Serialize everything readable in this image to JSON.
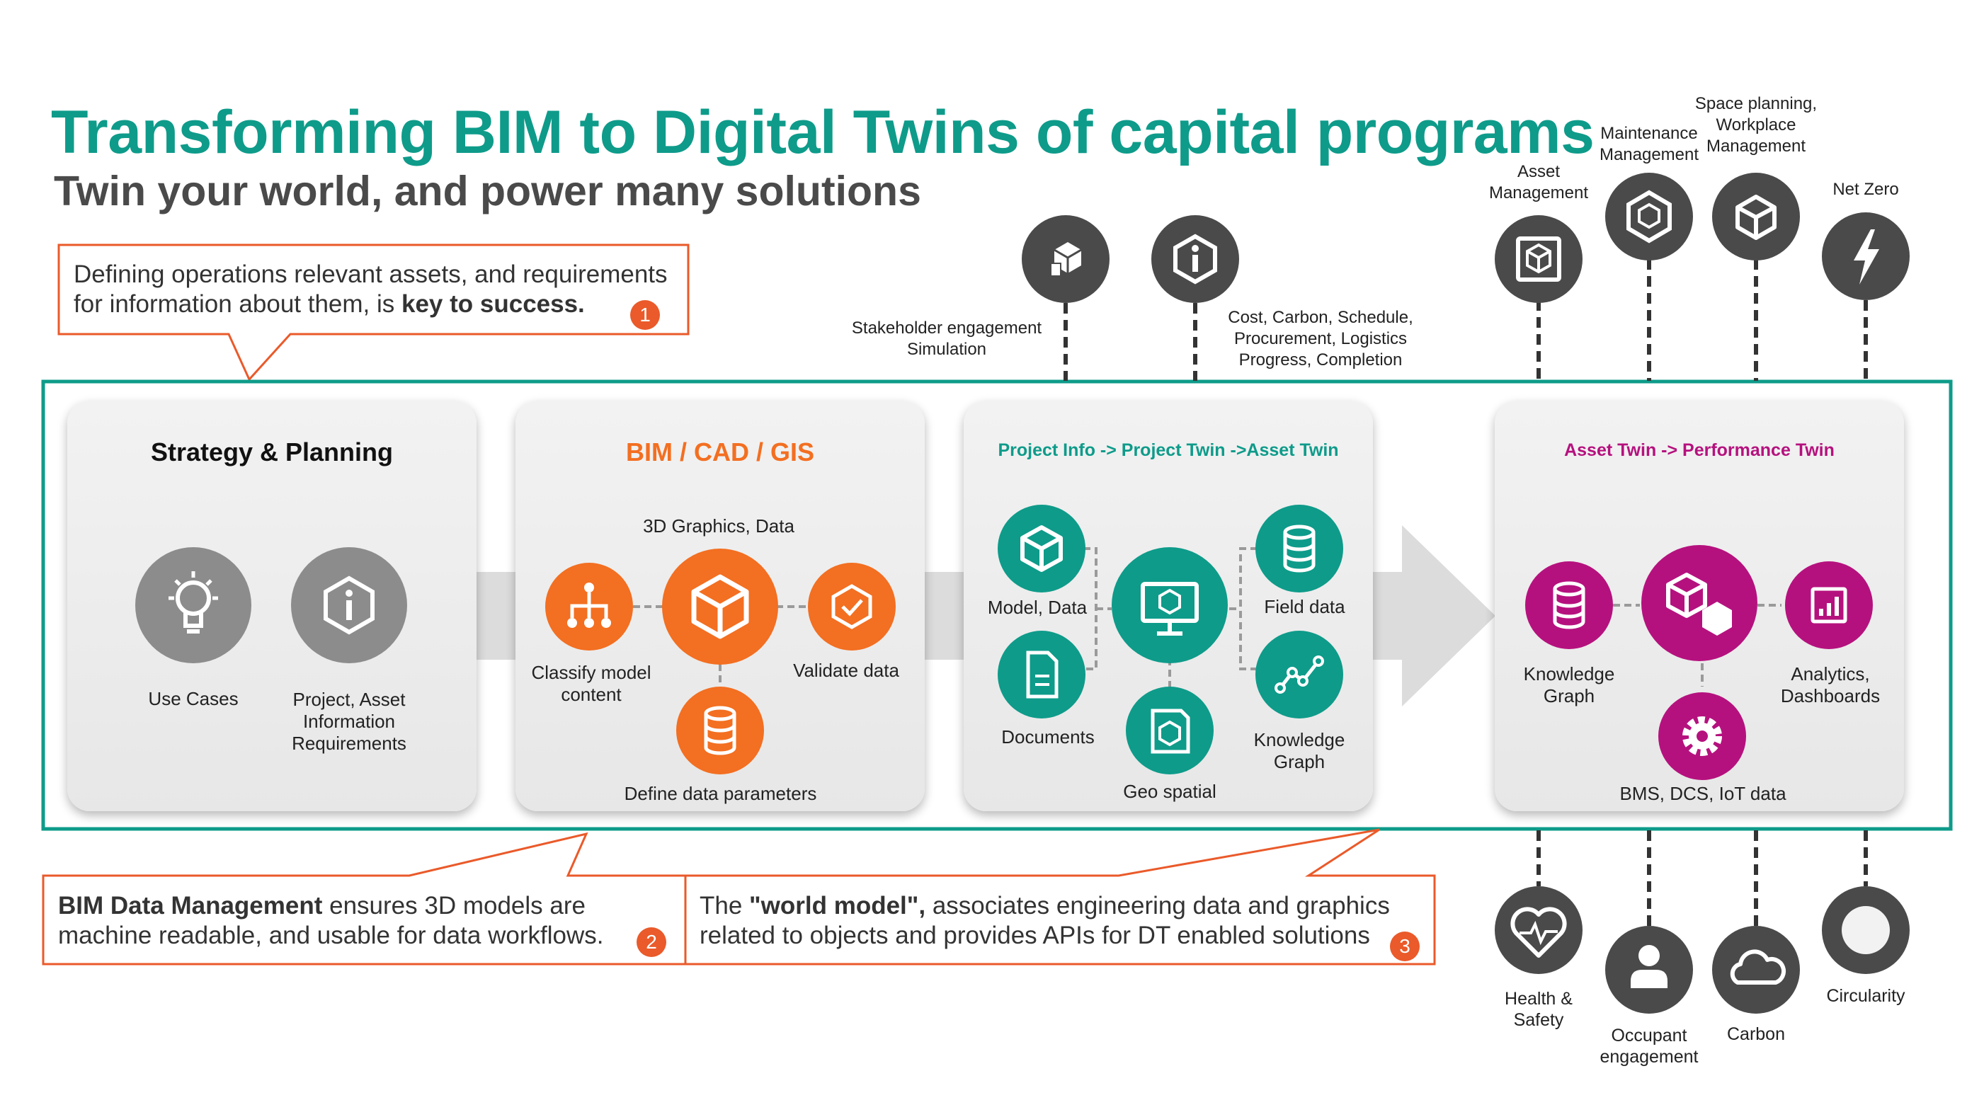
{
  "title": "Transforming BIM to Digital Twins of capital programs",
  "subtitle": "Twin your world, and power many solutions",
  "colors": {
    "teal": "#0e9b8a",
    "orange": "#f36f21",
    "magenta": "#b5117e",
    "gray_circle": "#8e8e8e",
    "dark_circle": "#4a4a4a",
    "callout_border": "#ea5a2a"
  },
  "callouts": {
    "c1": {
      "text_plain": "Defining operations relevant assets, and requirements\nfor information about them, is ",
      "text_bold": "key to success.",
      "number": "1"
    },
    "c2": {
      "text_bold": "BIM Data Management",
      "text_plain": " ensures 3D models are\nmachine readable, and usable for data workflows.",
      "number": "2"
    },
    "c3": {
      "text_pre": "The ",
      "text_bold": "\"world model\",",
      "text_plain": " associates engineering data and graphics\nrelated to objects and provides APIs for DT enabled solutions",
      "number": "3"
    }
  },
  "cards": {
    "strategy": {
      "title": "Strategy & Planning",
      "items": [
        {
          "label": "Use Cases",
          "icon": "lightbulb-icon"
        },
        {
          "label": "Project, Asset\nInformation\nRequirements",
          "icon": "info-icon"
        }
      ]
    },
    "bim": {
      "title": "BIM / CAD / GIS",
      "subtitle": "3D Graphics, Data",
      "items": [
        {
          "label": "Classify model\ncontent",
          "icon": "hierarchy-icon"
        },
        {
          "label": "",
          "icon": "cube-icon"
        },
        {
          "label": "Validate data",
          "icon": "shield-check-icon"
        },
        {
          "label": "Define data parameters",
          "icon": "database-icon"
        }
      ]
    },
    "project": {
      "title": "Project Info -> Project Twin ->Asset Twin",
      "items": [
        {
          "label": "Model, Data",
          "icon": "cube-icon"
        },
        {
          "label": "Documents",
          "icon": "document-icon"
        },
        {
          "label": "",
          "icon": "monitor-cube-icon"
        },
        {
          "label": "Geo spatial",
          "icon": "map-cube-icon"
        },
        {
          "label": "Field data",
          "icon": "database-icon"
        },
        {
          "label": "Knowledge\nGraph",
          "icon": "graph-icon"
        }
      ]
    },
    "asset": {
      "title": "Asset Twin -> Performance Twin",
      "items": [
        {
          "label": "Knowledge\nGraph",
          "icon": "database-icon"
        },
        {
          "label": "",
          "icon": "cubes-icon"
        },
        {
          "label": "Analytics,\nDashboards",
          "icon": "chart-icon"
        },
        {
          "label": "BMS, DCS, IoT  data",
          "icon": "gear-icon"
        }
      ]
    }
  },
  "top_nodes": [
    {
      "label": "Stakeholder engagement\nSimulation",
      "icon": "cube-server-icon"
    },
    {
      "label": "Cost, Carbon, Schedule,\nProcurement,  Logistics\nProgress, Completion",
      "icon": "info-icon"
    },
    {
      "label": "Asset\nManagement",
      "icon": "cube-box-icon"
    },
    {
      "label": "Maintenance\nManagement",
      "icon": "hex-cube-icon"
    },
    {
      "label": "Space planning,\nWorkplace\nManagement",
      "icon": "cube-icon"
    },
    {
      "label": "Net Zero",
      "icon": "lightning-icon"
    }
  ],
  "bottom_nodes": [
    {
      "label": "Health &\nSafety",
      "icon": "heart-pulse-icon"
    },
    {
      "label": "Occupant\nengagement",
      "icon": "person-icon"
    },
    {
      "label": "Carbon",
      "icon": "cloud-icon"
    },
    {
      "label": "Circularity",
      "icon": "circle-icon"
    }
  ]
}
